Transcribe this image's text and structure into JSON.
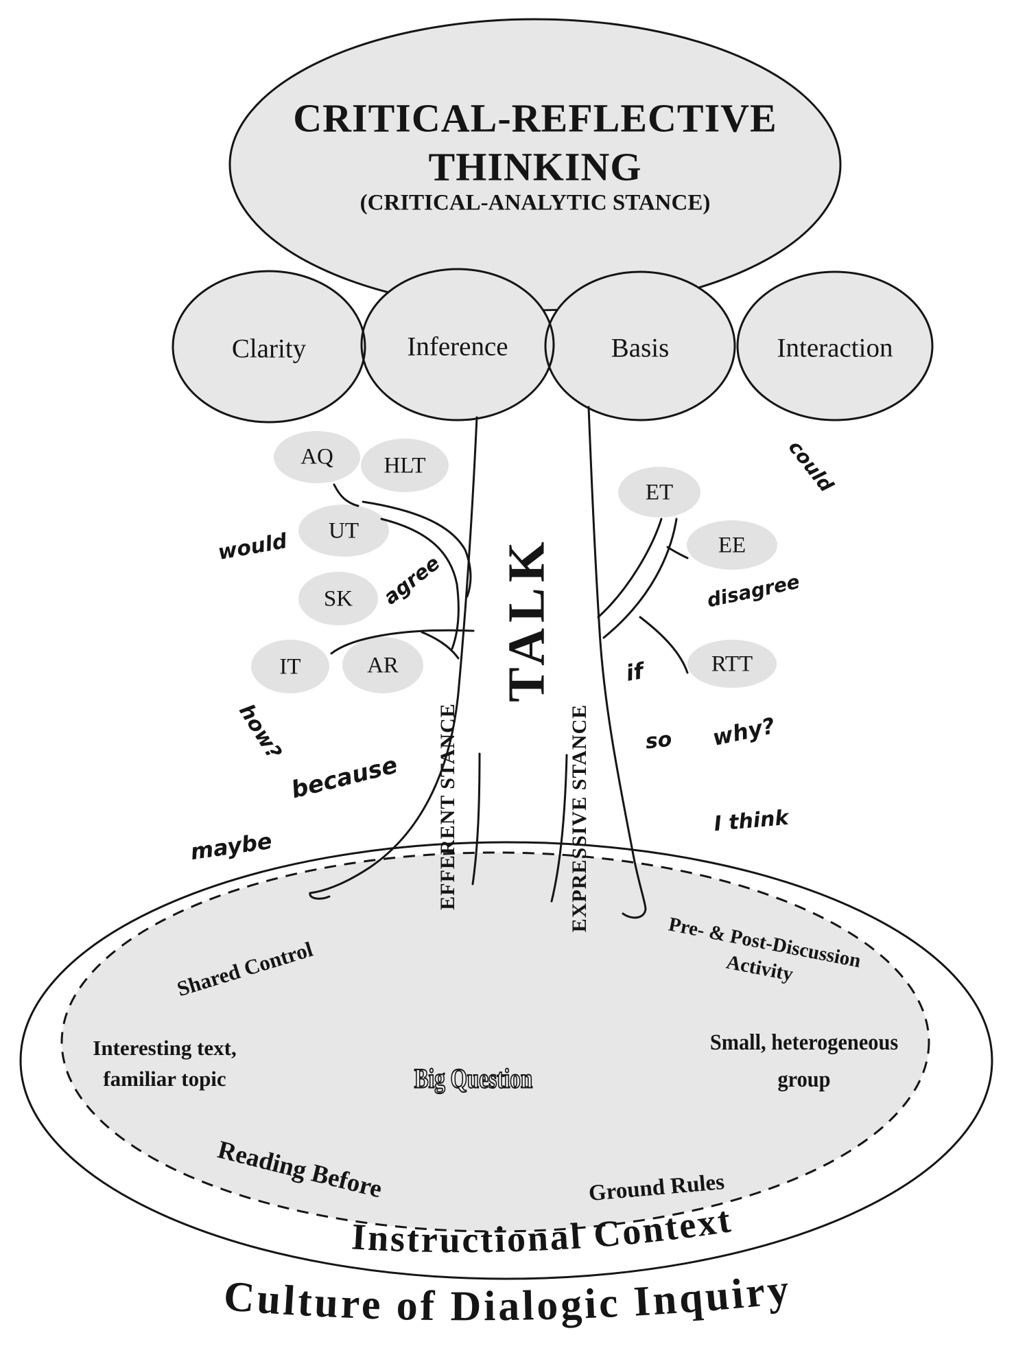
{
  "canopy": {
    "title_line1": "CRITICAL-REFLECTIVE",
    "title_line2": "THINKING",
    "subtitle": "(CRITICAL-ANALYTIC STANCE)",
    "branches": {
      "clarity": "Clarity",
      "inference": "Inference",
      "basis": "Basis",
      "interaction": "Interaction"
    }
  },
  "trunk": {
    "label": "TALK",
    "efferent": "EFFERENT STANCE",
    "expressive": "EXPRESSIVE STANCE"
  },
  "talk_moves_left": {
    "aq": "AQ",
    "hlt": "HLT",
    "ut": "UT",
    "sk": "SK",
    "it": "IT",
    "ar": "AR"
  },
  "talk_moves_right": {
    "et": "ET",
    "ee": "EE",
    "rtt": "RTT"
  },
  "handwritten": {
    "would": "would",
    "agree": "agree",
    "could": "could",
    "disagree": "disagree",
    "how": "how?",
    "because": "because",
    "maybe": "maybe",
    "if": "if",
    "so": "so",
    "why": "why?",
    "i_think": "I think"
  },
  "context": {
    "shared_control": "Shared Control",
    "pre_post_line1": "Pre- & Post-Discussion",
    "pre_post_line2": "Activity",
    "interesting_line1": "Interesting text,",
    "interesting_line2": "familiar topic",
    "big_question": "Big Question",
    "small_group_line1": "Small, heterogeneous",
    "small_group_line2": "group",
    "reading_before": "Reading Before",
    "ground_rules": "Ground Rules",
    "label": "Instructional Context"
  },
  "footer": "Culture of Dialogic Inquiry",
  "colors": {
    "canopy_fill": "#e7e7e7",
    "leaf_fill": "#e2e2e2",
    "ink": "#151515",
    "background": "#ffffff"
  }
}
